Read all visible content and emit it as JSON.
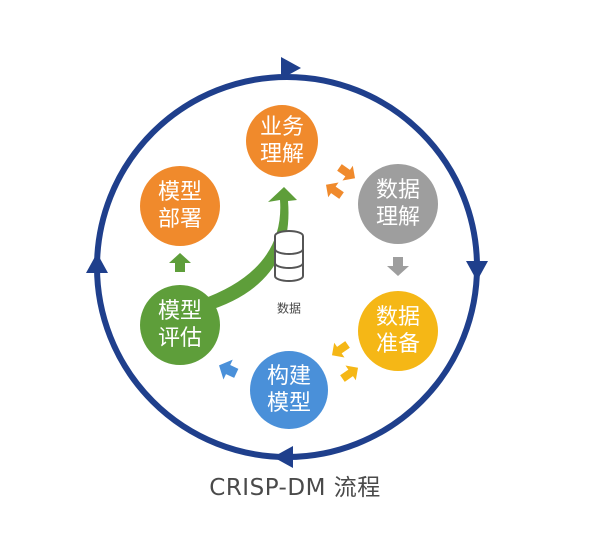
{
  "nodes": {
    "business_understanding": {
      "line1": "业务",
      "line2": "理解",
      "color": "#F08A2C"
    },
    "data_understanding": {
      "line1": "数据",
      "line2": "理解",
      "color": "#9E9E9E"
    },
    "data_preparation": {
      "line1": "数据",
      "line2": "准备",
      "color": "#F5B716"
    },
    "modeling": {
      "line1": "构建",
      "line2": "模型",
      "color": "#4A90D9"
    },
    "evaluation": {
      "line1": "模型",
      "line2": "评估",
      "color": "#5E9E3A"
    },
    "deployment": {
      "line1": "模型",
      "line2": "部署",
      "color": "#F08A2C"
    }
  },
  "center": {
    "label": "数据",
    "icon": "database-icon"
  },
  "caption": "CRISP-DM 流程",
  "colors": {
    "outer_ring": "#1F3F8C",
    "arrow_orange": "#F08A2C",
    "arrow_gray": "#9E9E9E",
    "arrow_yellow": "#F5B716",
    "arrow_blue": "#4A90D9",
    "arrow_green": "#5E9E3A"
  }
}
